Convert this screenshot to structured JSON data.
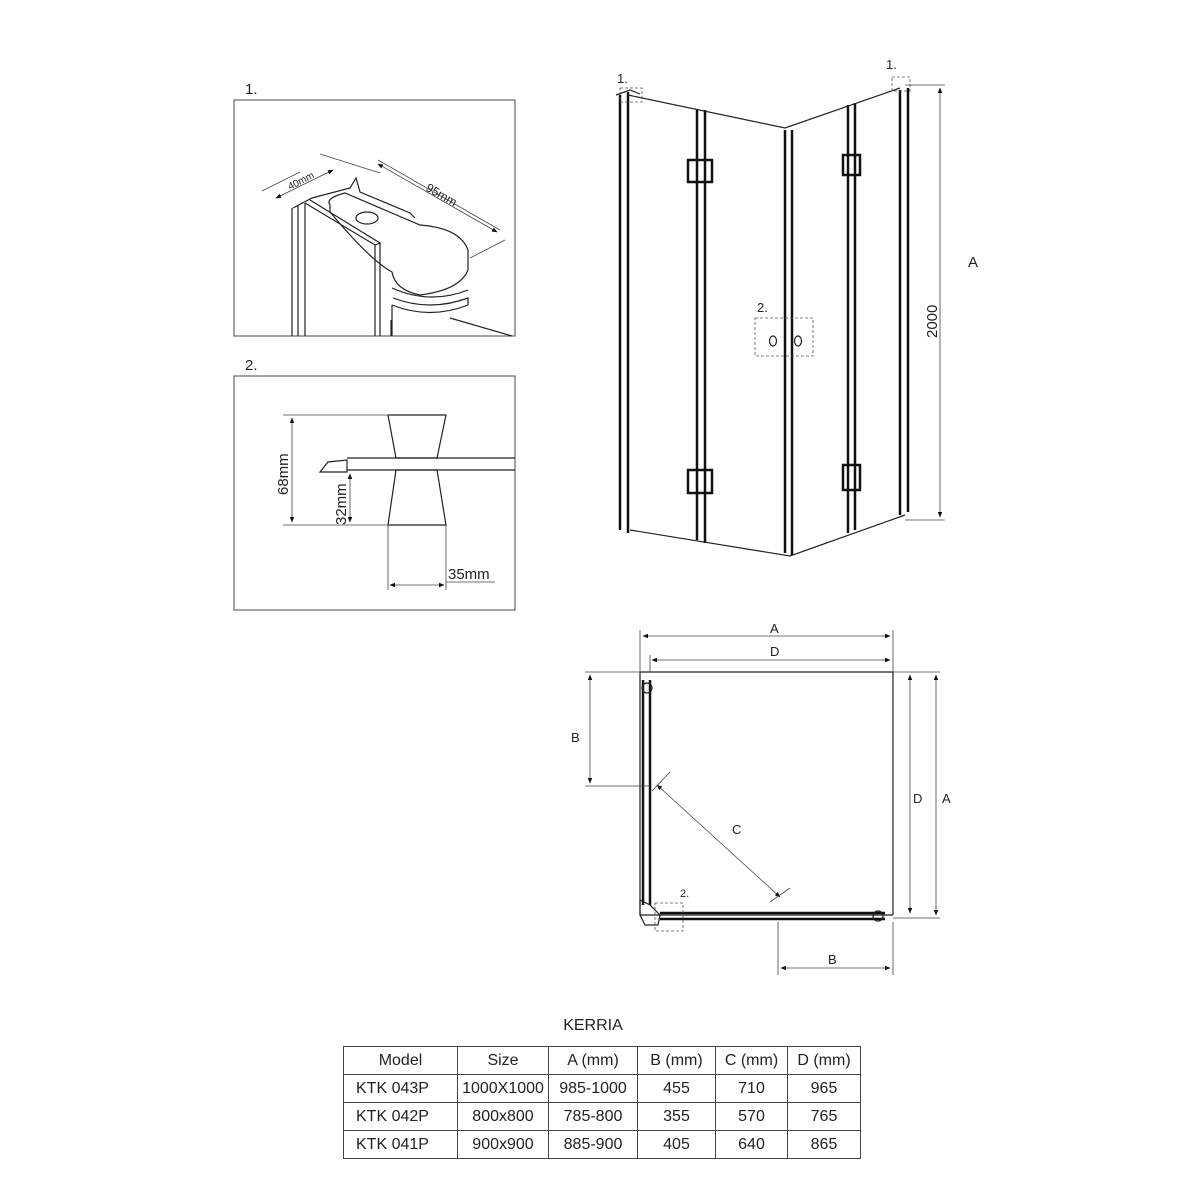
{
  "detail1": {
    "label": "1.",
    "dim_width": "40mm",
    "dim_length": "95mm"
  },
  "detail2": {
    "label": "2.",
    "dim_height": "68mm",
    "dim_lower": "32mm",
    "dim_width": "35mm"
  },
  "elevation": {
    "callout1_left": "1.",
    "callout1_right": "1.",
    "callout2": "2.",
    "height_value": "2000",
    "height_label": "A"
  },
  "plan": {
    "dim_A_top": "A",
    "dim_D_top": "D",
    "dim_B_left": "B",
    "dim_C": "C",
    "dim_D_right": "D",
    "dim_A_right": "A",
    "dim_B_bottom": "B",
    "callout2": "2."
  },
  "table": {
    "title": "KERRIA",
    "headers": [
      "Model",
      "Size",
      "A (mm)",
      "B (mm)",
      "C (mm)",
      "D (mm)"
    ],
    "rows": [
      [
        "KTK 043P",
        "1000X1000",
        "985-1000",
        "455",
        "710",
        "965"
      ],
      [
        "KTK 042P",
        "800x800",
        "785-800",
        "355",
        "570",
        "765"
      ],
      [
        "KTK 041P",
        "900x900",
        "885-900",
        "405",
        "640",
        "865"
      ]
    ]
  }
}
